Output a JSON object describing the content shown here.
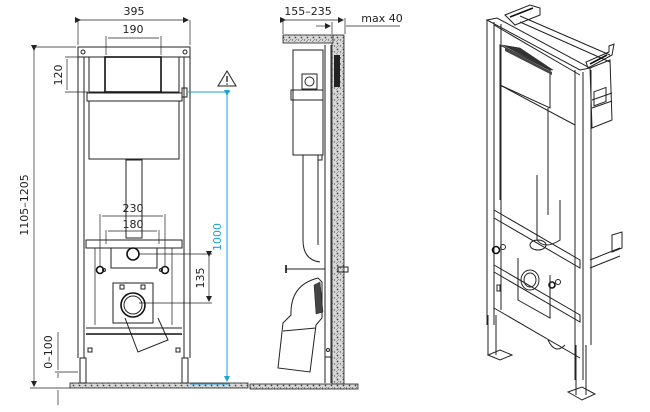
{
  "front_view": {
    "dimensions": {
      "overall_width": "395",
      "plate_width": "190",
      "plate_height": "120",
      "total_height": "1105–1205",
      "connector_outer": "230",
      "connector_inner": "180",
      "drain_offset": "135",
      "foot_adjust": "0–100",
      "fixing_height": "1000"
    },
    "warning_icon": "warning-triangle-icon"
  },
  "side_view": {
    "dimensions": {
      "depth": "155–235",
      "wall_gap": "max 40"
    }
  },
  "iso_view": {
    "label": ""
  },
  "colors": {
    "line": "#222222",
    "accent_dimension": "#1aa3d9",
    "background": "#ffffff"
  }
}
